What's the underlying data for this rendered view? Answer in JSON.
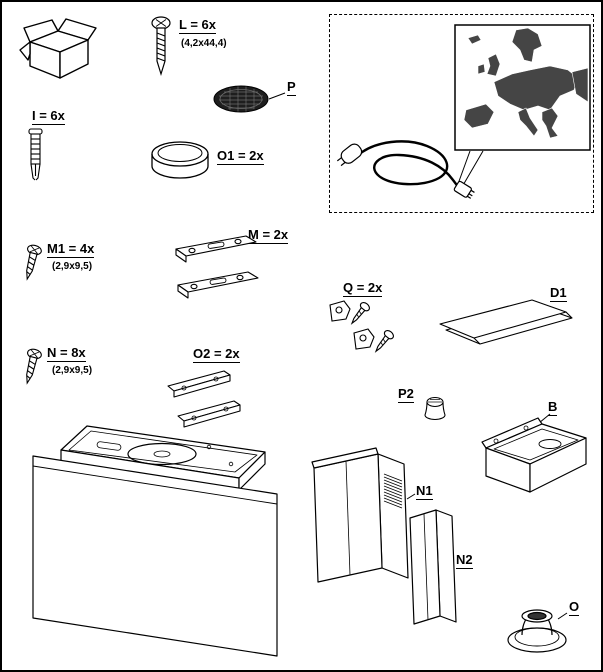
{
  "colors": {
    "line": "#000000",
    "dark_part": "#1e1e1e",
    "map_land": "#454545"
  },
  "parts": {
    "L": {
      "label": "L = 6x",
      "size": "(4,2x44,4)"
    },
    "I": {
      "label": "I = 6x"
    },
    "P": {
      "label": "P"
    },
    "O1": {
      "label": "O1 = 2x"
    },
    "M1": {
      "label": "M1 = 4x",
      "size": "(2,9x9,5)"
    },
    "M": {
      "label": "M = 2x"
    },
    "Q": {
      "label": "Q = 2x"
    },
    "D1": {
      "label": "D1"
    },
    "N": {
      "label": "N = 8x",
      "size": "(2,9x9,5)"
    },
    "O2": {
      "label": "O2 = 2x"
    },
    "P2": {
      "label": "P2"
    },
    "B": {
      "label": "B"
    },
    "N1": {
      "label": "N1"
    },
    "N2": {
      "label": "N2"
    },
    "O": {
      "label": "O"
    }
  }
}
